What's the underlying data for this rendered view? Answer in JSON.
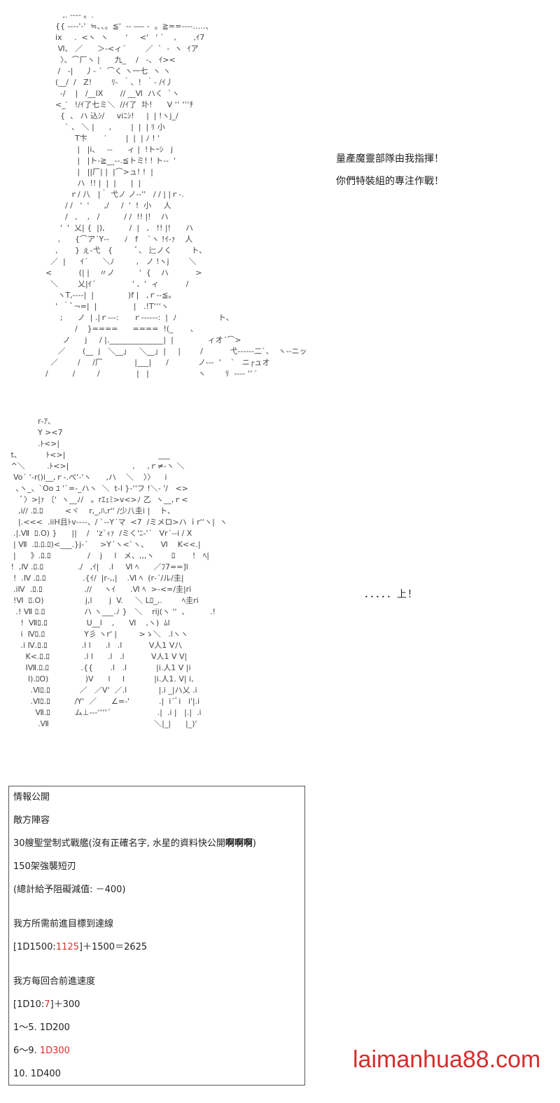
{
  "art": {
    "top": "             ,. ---- 。.\n          {{ ‐‐‐‐'‐'  ≒、、。≦'  -‐ ―‐ -  。≧==‐‐‐‐…‥、\n          ix     .  <ヽ  ヽ       '     <'   ' `    ,       ,ｲ7\n           Ⅵ、 ／      ＞‐<ィ´        ／  `  -  ヽ  ｲア\n            〉、⌒厂ヽ |      九_    /   -、 ｲ><\n           /   ‐|     丿‐ ´  ⌒く ヽ一七  ヽ ヽ\n          (__/  /   Z!        ﾘ‐  ｀、!  ｀‐ /ｲ丿\n            ‐/    |   /__IX       // __Ⅵ  ハく  `ヽ\n          <_′   !/ｲ了七ミ＼  //ｲ了  圤!      V ‘‘ ‘‘‘ﾁ\n            {  、 ハ 込ｼ/     viﾆｼ!     |  | !ヽj_/\n              ` 、 ＼ |      ,        |  |  | ﾘ 小\n                  T卞       ′        |  |  | ﾉ ! '\n                   |   |i、   --      ィ |  !トｰｼ   j\n                   |   |ト‐≧__‐‐.≦トミ! ! ト‐‐  '\n                   |   ||厂| |  |⌒>ュ! !  |\n                   ハ  !! |  |  |      |  |\n                ｒ/ 八   |｀ 弋ノ ノ‐‐''   / / | |ｒ‐.\n              / /   '  '      ,/     /  '  !  小     人\n              /   ,    ,   /          / /  !! |!    ハ\n            '  '  乂| {  |),          /  |   ,   !! |!      ハ\n           ,      {⌒ア´Y‐‐      ﾉ   f    `ヽ !ｲ‐ｧ    人\n          ,       } ぇ‐弋   {         ﾞ、 辷ノく        ト、\n        ／  |      ｲ´      ＼ﾉ         ,   ノ !ヽj        ＼\n      <           (| |    〃ノ          '  {    ハ           >\n        ＼        乂|ｲ´               ' ,  '  ィ           /\n           ヽT,‐‐‐‐|  |              )f |   ,ｒ‐‐≦。\n          '  ｀ﾞ¬=|  |               |   .!T‘‘‘ヽ\n            ;      ノ  | .|ｒ‐‐‐:      ｒ‐‐‐‐‐‐:  |  ﾉ                 ト、\n                  /    }====      ====  !(_       ､\n             ノ      j     / |.______________|  |              ィオ´⌒>\n           ／       (__  j   ＼__｣     ＼__｣  |     |        /           弋‐‐‐‐‐‐二`、  ヽ-‐ニッ\n        ／        /     /厂             |___|      /            ノ‐‐‐  '    `   ニ┌ュオ\n      /          /         /               |   |                    ヽ        ﾘ  ‐‐‐‐ ‘‘ ′",
    "bottom": "            r‐ｱ、\n            Y ><7\n            .ﾄ<>|\n t、          ﾄ<>|                                      ___\n ^＼         .ﾄ<>|                          ,     ,ｒ≠‐ヽ ＼\n  Vo´ ‘‐r()i__,ｒ‐.ぺ‘‐'ヽ      ,ハ    ＼    〉〉    i\n   ､ヽ_、`Oo ﾕ ‘`=‐_ハヽ  ＼  t‐l }‐‘'フ !＼‐ '/   <>\n     ﾞ〉>|ｧ 〔'  ヽ__ﾉ/   。rｴｪﾐ>v<>ﾉ 乙  ヽ__,ｒ<\n    ,i// .ﾛ.ﾛ         <ヾ    r,_,ﾊ,r'' /少八圭i |    ト、\n    |.<<<  .iiH且ﾄv‐‐‐‐、/ `‐‐Y´マ  <7  /ミメロ>ハ ｉr'‘ヽ|  ヽ\n  .|.Ⅶ  ﾛ.O) }      ||    /   'z`ｨｧ  /ミく'ﾆ‐'´   Vr´‐‐i / X\n  | Ⅶ  .ﾛ.ﾛ.ﾛ)<___.}j‐´     >Y´ヽ<`ヽ、     Ⅵ    K<<.|\n  |      》.ﾛ.ﾛ               /    j     l   メ、,,,ヽ       ﾛ       !   ﾍ|\n !  ,Ⅳ .ﾛ.ﾛ              ./   ,ｲ|    .l     Ⅵ ﾍ      ／ﾌ7==]l\n  !  .Ⅳ .ﾛ.ﾛ               .{ｲ/  |r‐,,|    .Ⅵ ﾍ  (r‐´/ル/圭|\n  .iⅣ  .ﾛ.ﾛ                 .//     ヽｲ      .Ⅵ ﾍ  >‐<=/圭|ri\n  !Ⅵ  ﾛ.O)                 j,l       j  V.     ＼ Lﾛ_,.        ﾍ圭ri\n   .! Ⅶ ﾛ.ﾛ                ハ ヽ___.ﾉ }   ＼    rij(ヽ ''  ､          .!\n     !  Ⅶﾛ.ﾛ                U__l    ,      Ⅵ    ,ヽ)  ﾑl\n     i  Ⅳﾛ.ﾛ                Y彡 ヽr' |         >ゝ＼   .lヽヽ\n     .i Ⅳ.ﾛ.ﾛ              .l l      .l   .l           V人1 V八\n       K<.ﾛ.ﾛ              .l l      .l   .l           V人1 V V|\n       IⅦ.ﾛ.ﾛ             .{{       .l   .l            |i.人1 V |i\n        l).ﾛO)               )V      l     l            |i.人1. V| i,\n         .Ⅵﾛ.ﾛ            ／   ／V'  ／.l             |.i _|ハ乂 .i\n         .Ⅵﾛ.ﾛ          /Y'  ／      ∠=-'            .|  i´ﾞi   i'|.i\n           Ⅶ.ﾛ          ム⊥‐‐‐‘‘‘'´                   .|  .i |   |.|  .i\n            .Ⅶ                                           ＼|_|      |_)'"
  },
  "dialogue": {
    "line1": "量產魔靈部隊由我指揮！",
    "line2": "你們特裝組的專注作戰！",
    "line3": "．．．．．上！"
  },
  "info": {
    "title": "情報公開",
    "enemy_heading": "敵方陣容",
    "enemy_ships_prefix": "30艘聖堂制式戰艦(沒有正確名字, 水星的資料快公開",
    "enemy_ships_bold": "啊啊啊",
    "enemy_ships_suffix": ")",
    "enemy_fighters": "150架強襲短刃",
    "enemy_total": "(總計給予阻礙減值: －400)",
    "goal_heading": "我方所需前進目標到達線",
    "goal_roll_prefix": "[1D1500:",
    "goal_roll_value": "1125",
    "goal_roll_suffix": "]＋1500＝2625",
    "speed_heading": "我方每回合前進速度",
    "speed_roll_prefix": "[1D10:",
    "speed_roll_value": "7",
    "speed_roll_suffix": "]＋300",
    "speed_1_5": "1～5. 1D200",
    "speed_6_9_prefix": "6～9. ",
    "speed_6_9_value": "1D300",
    "speed_10": "10. 1D400"
  },
  "watermark": "laimanhua88.com",
  "colors": {
    "highlight": "#d9302a",
    "watermark": "#d92b2b",
    "text": "#222222"
  }
}
